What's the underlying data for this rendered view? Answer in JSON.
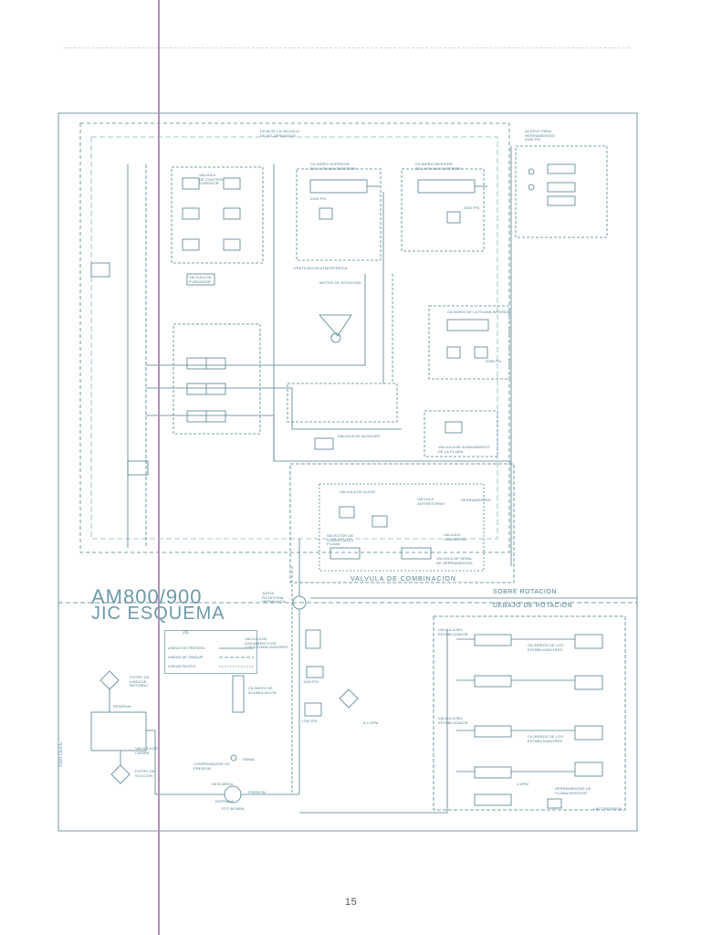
{
  "diagram": {
    "title_line1": "AM800/900",
    "title_line2": "JIC ESQUEMA",
    "page_number": "15",
    "side_code": "1000-CE3-E",
    "sections": {
      "above": "SOBRE ROTACION",
      "below": "DEBAJO DE ROTACION"
    },
    "combination_valve": "VALVULA DE COMBINACION",
    "legend": {
      "header": "JIC",
      "pressure": "LINEAS DE PRESION",
      "tank": "LINEAS DE TANQUE",
      "pilot": "LINEAS PILOTO"
    },
    "labels": {
      "no_derivative_valve": "LEVA DE LA VALVULA\nDE NO-DERIVATIVO",
      "tool_coupler": "ACOPLE PARA\nHERRAMIENTAS\n2500 PSI",
      "upper_boom_cyl_1": "CILINDRO SUPERIOR\nDE LA PLUMA SUPERIOR",
      "upper_boom_cyl_2": "CILINDRO INFERIOR\nDE LA PLUMA SUPERIOR",
      "lower_boom_cyl": "CILINDRO DE LA PLUMA INFERIOR",
      "atmospheric_vent": "VENTILACION ATMOSFERICA",
      "rotation_motor": "MOTOR DE ROTACION",
      "bleed_valve": "VALVULA DE\nPURGADOR",
      "control_valve": "VALVULA\nDE CONTROL\nSUPERIOR",
      "lock_valve": "VALVULA DE BLOQUEO",
      "leveling_valve": "VALVULA DE ALINEAMIENTO\nDE LA PLUMA",
      "diverter_valve": "VALVULA DE ALIVIO",
      "anti_return": "VALVULA\nANTIRETORNO",
      "tools": "HERRAMIENTAS",
      "selector_valve": "SELECTOR DE\nSOBRECARGA\nPLUMA",
      "launch_valve": "VALVULA\nLANZADERA",
      "tools_signal": "VALVULA DE SENAL\nDE HERRAMIENTAS",
      "rotary_joint": "JUNTA\nROTATORIA\nHIDRAULICA",
      "stabilizer_valve_1": "VALVULA DEL\nESTABILIZADOR",
      "stabilizer_cyl_1": "CILINDROS DE LOS\nESTABILIZADORES",
      "stabilizer_valve_2": "VALVULA DEL\nESTABILIZADOR",
      "stabilizer_cyl_2": "CILINDROS DE LOS\nESTABILIZADORES",
      "tools_lower": "HERRAMIENTAS DE\nPLUMA INFERIOR",
      "stabilizer_interlock": "VALVULA DE\nAISLAMIENTO DE\nLOS ESTABILIZADORES",
      "accumulator": "CILINDRO DE\nACUMULACION",
      "return_filter": "FILTRO DE\nLINEA DE\nRETORNO",
      "reservoir": "RESERVA",
      "suction_filter": "FILTRO DE\nSUCCION",
      "pressure_comp": "COMPENSADOR DE\nPRESION",
      "pump": "PTO BOMBA",
      "discharge": "DESCARGA",
      "inlet": "ENTRADA",
      "pressure": "PRESION",
      "signal": "SENAL",
      "flow_1": "0.4 GPM",
      "flow_2": "4 GPM",
      "psi_1": "2400 PSI",
      "psi_2": "3250 PSI",
      "psi_3": "3250 PSI",
      "psi_4": "1150 PSI",
      "psi_5": "1750 PSI",
      "shut_valve": "LAST REVISION",
      "check_note": "VALVULA DE\nCIERRE"
    }
  },
  "colors": {
    "line": "#4f8090",
    "faint": "#8fb2bf",
    "margin": "#b58fb8",
    "title": "#6b9aaa"
  }
}
